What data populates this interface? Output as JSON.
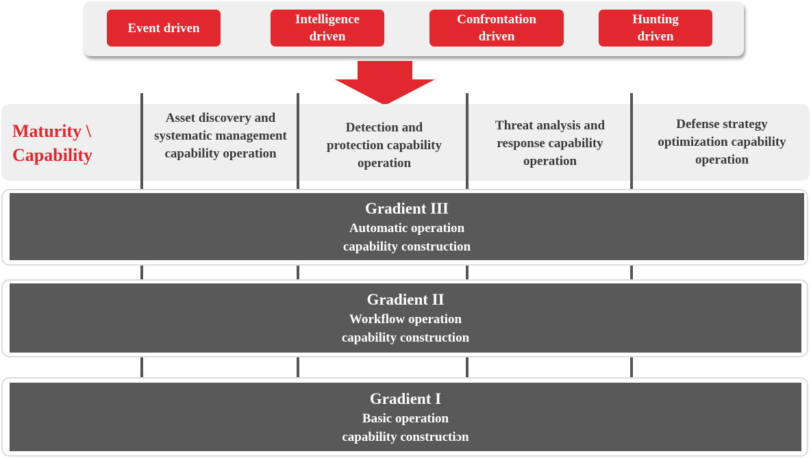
{
  "drivers": [
    {
      "label": "Event driven"
    },
    {
      "label": "Intelligence\ndriven"
    },
    {
      "label": "Confrontation\ndriven"
    },
    {
      "label": "Hunting\ndriven"
    }
  ],
  "header": {
    "maturity_label": "Maturity \\\nCapability",
    "columns": [
      {
        "label": "Asset discovery and\nsystematic management\ncapability operation"
      },
      {
        "label": "Detection and\nprotection capability\noperation"
      },
      {
        "label": "Threat analysis and\nresponse capability\noperation"
      },
      {
        "label": "Defense strategy\noptimization capability\noperation"
      }
    ]
  },
  "gradients": [
    {
      "title": "Gradient III",
      "description": "Automatic operation\ncapability construction"
    },
    {
      "title": "Gradient II",
      "description": "Workflow operation\ncapability construction"
    },
    {
      "title": "Gradient I",
      "description": "Basic operation\ncapability constructiɔn"
    }
  ],
  "colors": {
    "accent_red": "#e0282e",
    "bar_gray": "#595959",
    "panel_light": "#efefef",
    "line_gray": "#555555"
  }
}
